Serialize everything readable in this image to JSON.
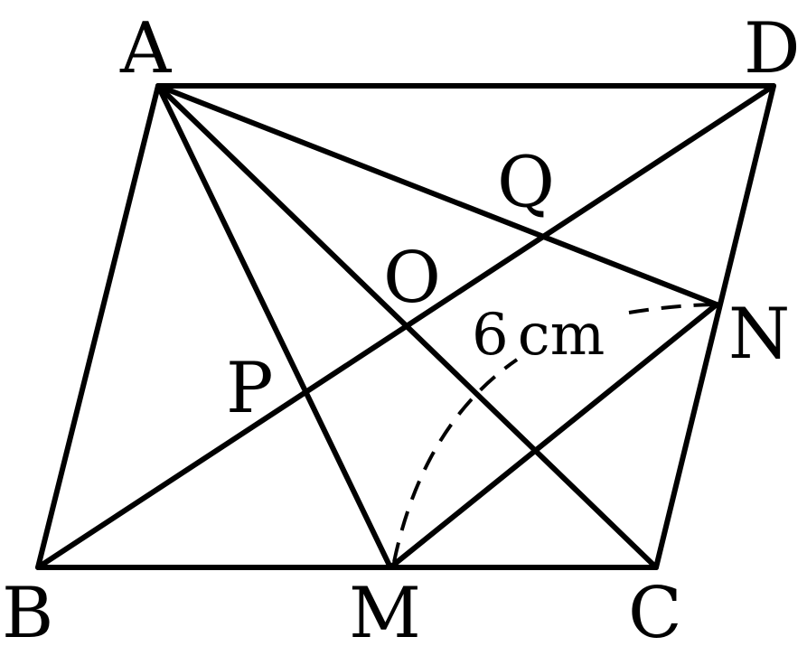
{
  "points": {
    "A": "A",
    "B": "B",
    "C": "C",
    "D": "D",
    "M": "M",
    "N": "N",
    "O": "O",
    "P": "P",
    "Q": "Q"
  },
  "measurement": {
    "value": "6",
    "unit": "cm"
  },
  "colors": {
    "stroke": "#000000",
    "background": "#ffffff"
  }
}
